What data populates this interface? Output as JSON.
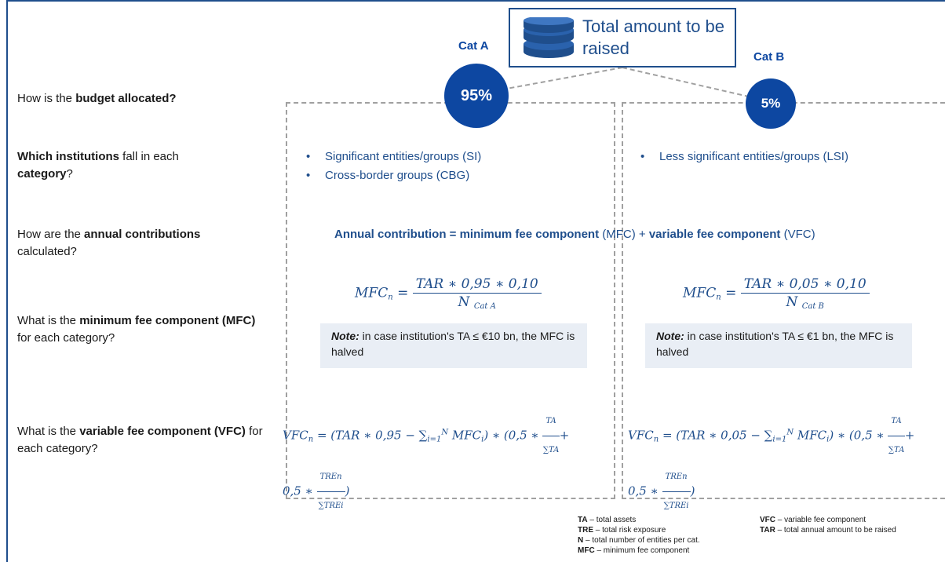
{
  "title": "Total amount to be raised",
  "categories": {
    "cat_a": {
      "label": "Cat A",
      "percent": "95%"
    },
    "cat_b": {
      "label": "Cat B",
      "percent": "5%"
    }
  },
  "questions": {
    "q1": {
      "pre": "How is the ",
      "bold": "budget allocated?",
      "post": ""
    },
    "q2": {
      "bold1": "Which institutions",
      "mid": " fall in each ",
      "bold2": "category",
      "post": "?"
    },
    "q3": {
      "pre": "How are the ",
      "bold": "annual contributions",
      "post": " calculated?"
    },
    "q4": {
      "pre": "What is the ",
      "bold": "minimum fee component (MFC)",
      "post": " for each category?"
    },
    "q5": {
      "pre": "What is the ",
      "bold": "variable fee component (VFC)",
      "post": " for each category?"
    }
  },
  "cat_a_institutions": [
    "Significant entities/groups (SI)",
    "Cross-border groups (CBG)"
  ],
  "cat_b_institutions": [
    "Less significant entities/groups (LSI)"
  ],
  "annual_contribution": {
    "part1": "Annual contribution = minimum fee component",
    "part2": " (MFC) + ",
    "part3": "variable fee component",
    "part4": " (VFC)"
  },
  "mfc_a": {
    "lhs": "MFC",
    "sub": "n",
    "num": "TAR  ∗  0,95 ∗ 0,10",
    "den": "N",
    "den_sub": "Cat A"
  },
  "mfc_b": {
    "lhs": "MFC",
    "sub": "n",
    "num": "TAR ∗  0,05 ∗ 0,10",
    "den": "N",
    "den_sub": "Cat B"
  },
  "note_a": {
    "label": "Note:",
    "text": " in case institution's TA  ≤ €10 bn, the MFC is halved"
  },
  "note_b": {
    "label": "Note:",
    "text": " in case institution's TA  ≤ €1 bn, the MFC is halved"
  },
  "vfc_a": {
    "line1": "(TAR  ∗ 0,95  − ∑",
    "line1b": "MFC",
    "line1c": ") ∗ (0,5 ∗",
    "frac1_num": "TA",
    "frac1_den": "∑TA",
    "line2": "0,5 ∗",
    "frac2_num": "TREn",
    "frac2_den": "∑TREi",
    "line2b": ")"
  },
  "vfc_b": {
    "line1": "(TAR  ∗ 0,05  − ∑",
    "line1b": "MFC",
    "line1c": ") ∗ (0,5 ∗",
    "frac1_num": "TA",
    "frac1_den": "∑TA",
    "line2": "0,5 ∗",
    "frac2_num": "TREn",
    "frac2_den": "∑TREi",
    "line2b": ")"
  },
  "legend": {
    "ta": {
      "key": "TA",
      "text": " – total assets"
    },
    "tre": {
      "key": "TRE",
      "text": " – total risk exposure"
    },
    "n": {
      "key": "N",
      "text": " – total number of entities per cat."
    },
    "mfc": {
      "key": "MFC",
      "text": " – minimum fee component"
    },
    "vfc": {
      "key": "VFC",
      "text": " – variable fee component"
    },
    "tar": {
      "key": "TAR",
      "text": " – total annual amount to be raised"
    }
  },
  "colors": {
    "primary": "#1f4e8c",
    "circle": "#0d47a1",
    "note_bg": "#e9eef5",
    "dash": "#a0a0a0"
  }
}
